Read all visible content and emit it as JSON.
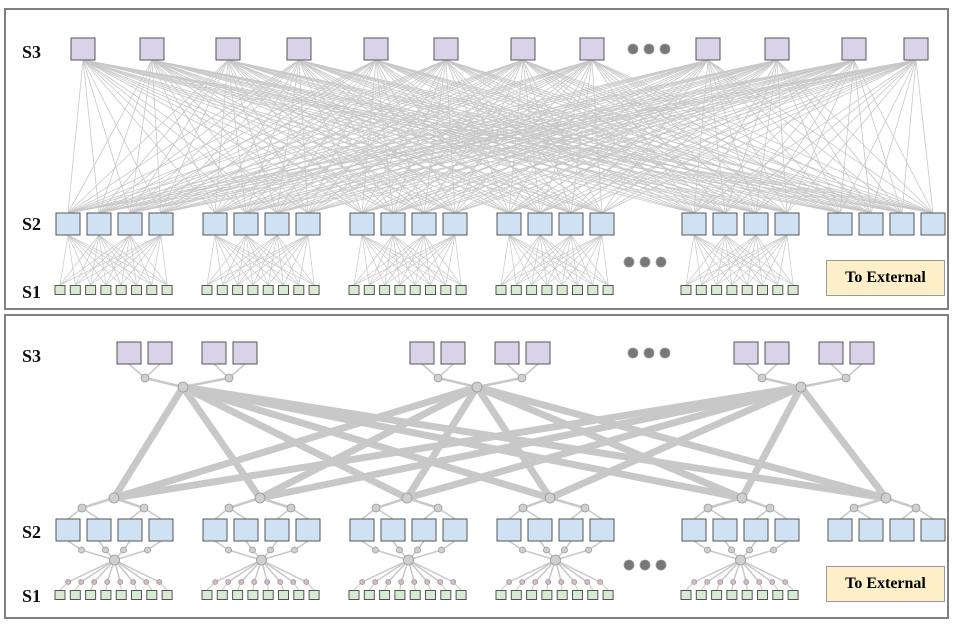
{
  "labels": {
    "s3": "S3",
    "s2": "S2",
    "s1": "S1"
  },
  "external_label": "To External",
  "colors": {
    "spine": "#d9d2e9",
    "leaf": "#cfe2f3",
    "host": "#d9ead3",
    "link": "#c8c8c8",
    "border": "#555555",
    "external_bg": "#fdf0c9"
  },
  "ellipsis": "•••"
}
